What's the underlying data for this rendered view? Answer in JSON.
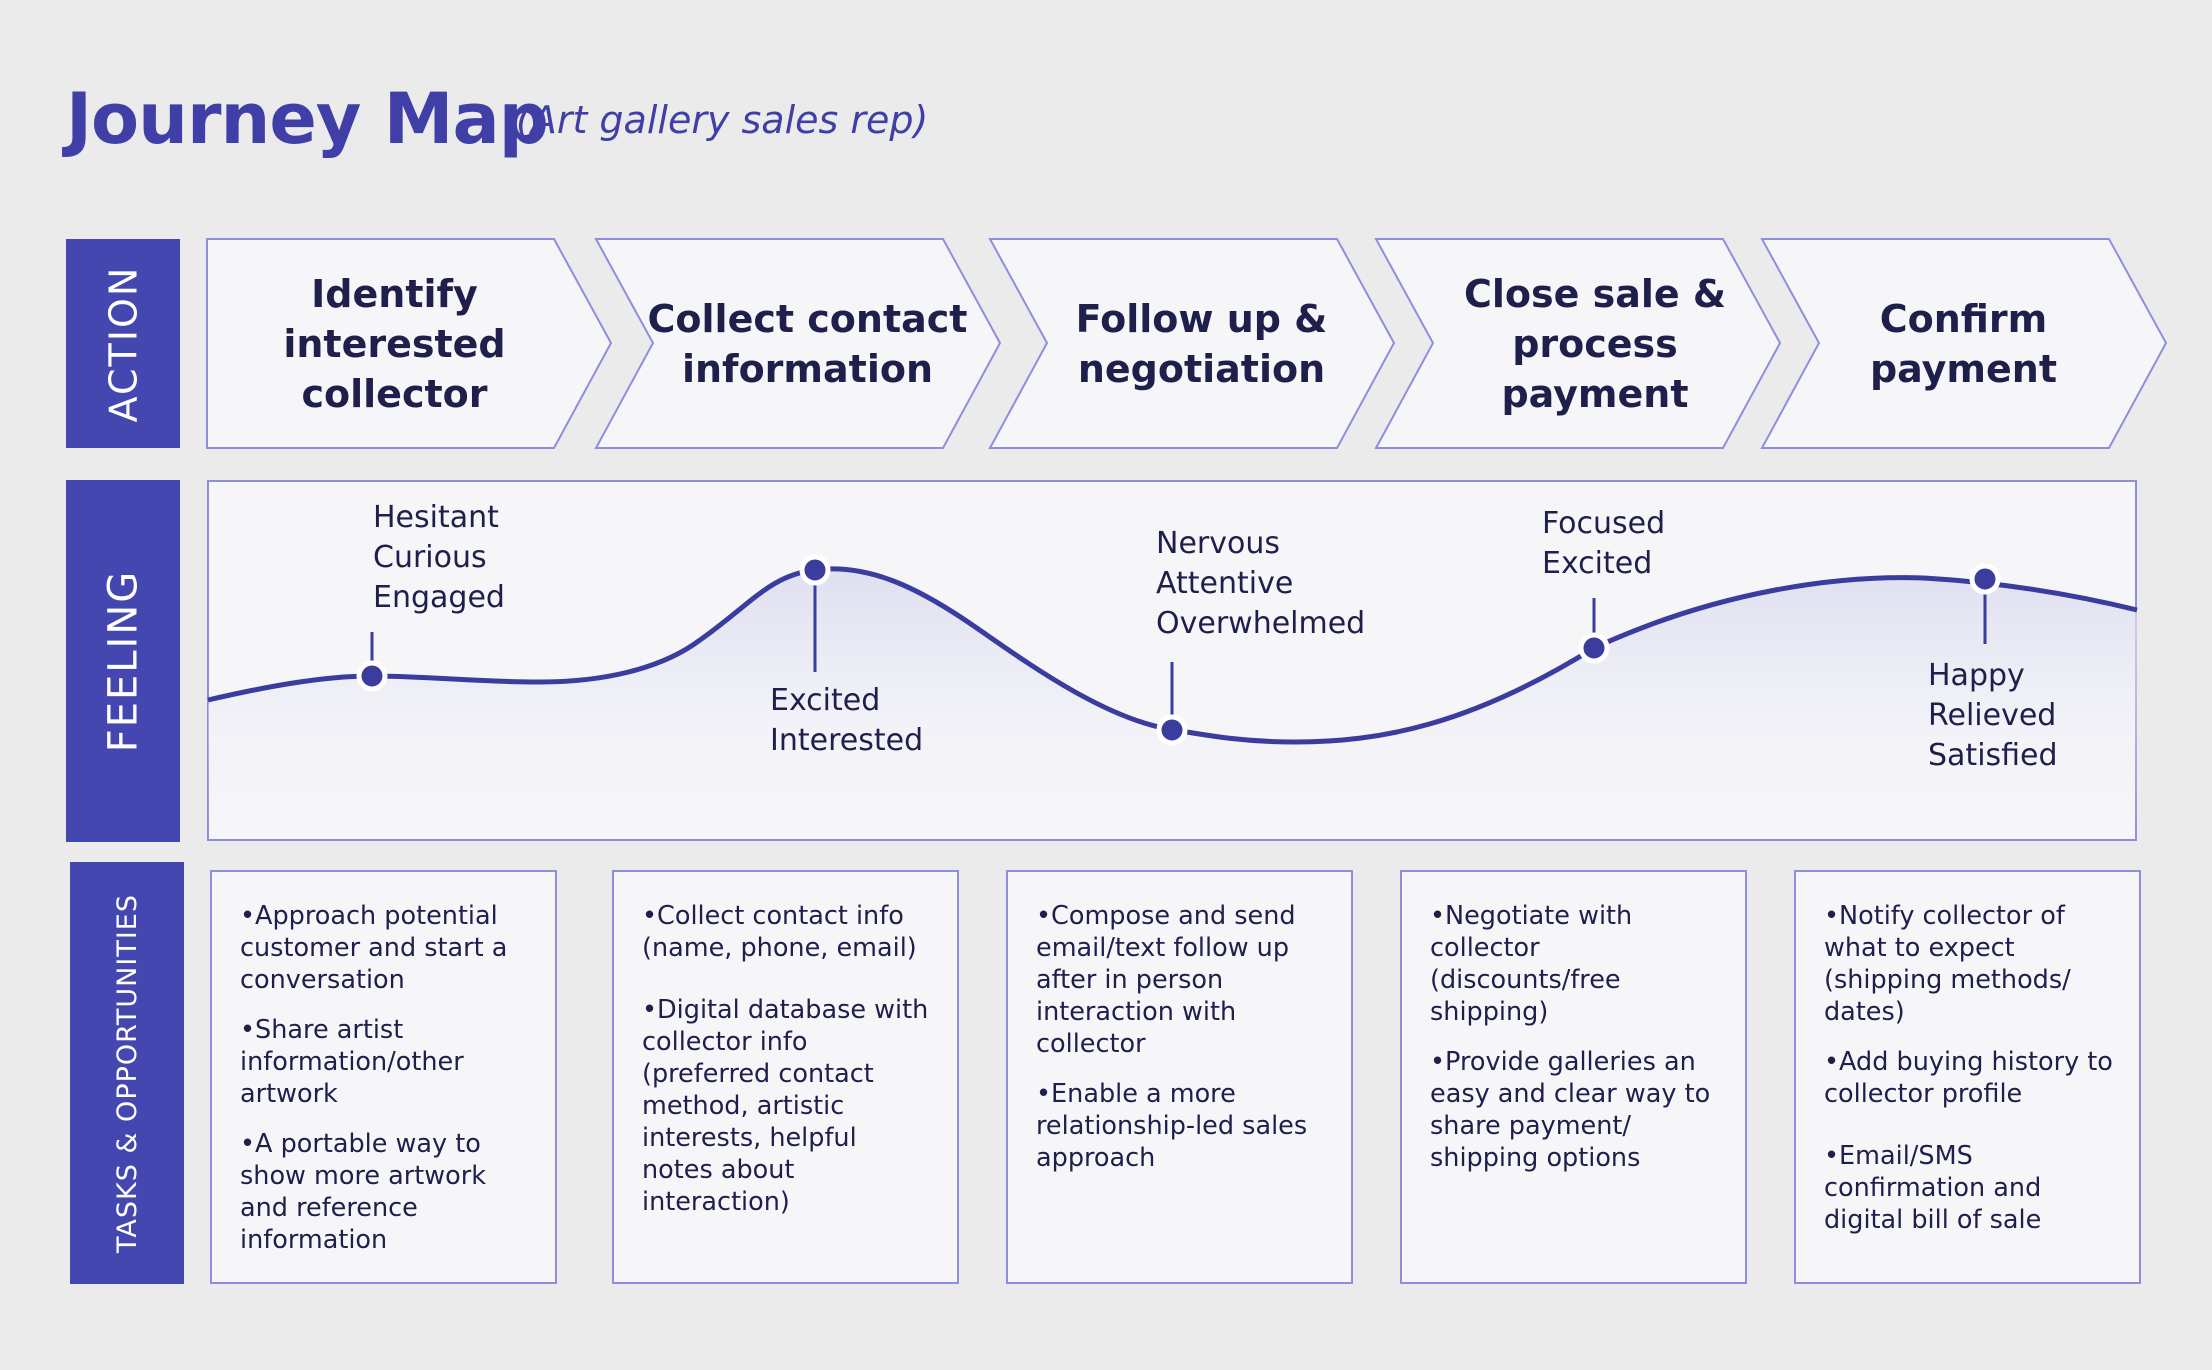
{
  "title": "Journey Map",
  "subtitle": "(Art gallery sales rep)",
  "row_labels": {
    "action": "ACTION",
    "feeling": "FEELING",
    "tasks": "TASKS & OPPORTUNITIES"
  },
  "actions": [
    {
      "line1": "Identify interested",
      "line2": "collector"
    },
    {
      "line1": "Collect contact",
      "line2": "information"
    },
    {
      "line1": "Follow up &",
      "line2": "negotiation"
    },
    {
      "line1": "Close sale &",
      "line2": "process payment"
    },
    {
      "line1": "Confirm",
      "line2": "payment"
    }
  ],
  "feelings": [
    {
      "lines": [
        "Hesitant",
        "Curious",
        "Engaged"
      ]
    },
    {
      "lines": [
        "Excited",
        "Interested"
      ]
    },
    {
      "lines": [
        "Nervous",
        "Attentive",
        "Overwhelmed"
      ]
    },
    {
      "lines": [
        "Focused",
        "Excited"
      ]
    },
    {
      "lines": [
        "Happy",
        "Relieved",
        "Satisfied"
      ]
    }
  ],
  "tasks": [
    {
      "items": [
        "Approach potential customer and start a conversation",
        "Share artist information/other artwork",
        "A portable way to show more artwork and reference information"
      ]
    },
    {
      "items": [
        "Collect contact info (name, phone, email)",
        "Digital database with collector info (preferred contact method, artistic interests, helpful notes about interaction)"
      ]
    },
    {
      "items": [
        "Compose and send email/text follow up after in person interaction with collector",
        "Enable a more relationship-led sales approach"
      ]
    },
    {
      "items": [
        "Negotiate with collector (discounts/free shipping)",
        "Provide galleries an easy and clear way to share payment/ shipping options"
      ]
    },
    {
      "items": [
        "Notify collector of what to expect (shipping methods/ dates)",
        "Add buying history to collector profile",
        "Email/SMS confirmation and digital bill of sale"
      ]
    }
  ],
  "colors": {
    "accent": "#4547b1",
    "line": "#3a3c9e",
    "border": "#8d8fde",
    "panel": "#f6f6f9",
    "background": "#ebebec"
  }
}
